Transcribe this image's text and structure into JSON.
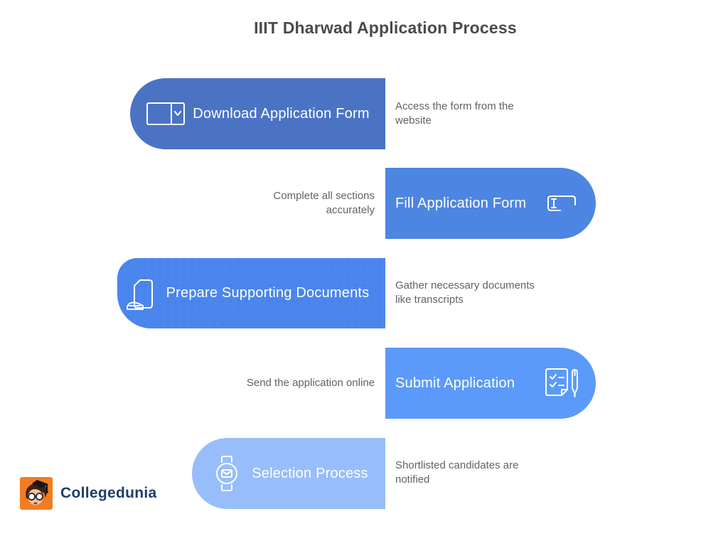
{
  "title": "IIIT Dharwad Application Process",
  "steps": [
    {
      "label": "Download Application Form",
      "description": "Access the form from the website",
      "icon": "dropdown-select-icon",
      "color": "#4a73c4",
      "side": "left"
    },
    {
      "label": "Fill Application Form",
      "description": "Complete all sections accurately",
      "icon": "text-input-icon",
      "color": "#4d85e2",
      "side": "right"
    },
    {
      "label": "Prepare Supporting Documents",
      "description": "Gather necessary documents like transcripts",
      "icon": "documents-icon",
      "color": "#4b86ee",
      "side": "left"
    },
    {
      "label": "Submit Application",
      "description": "Send the application online",
      "icon": "checklist-pen-icon",
      "color": "#5b9afa",
      "side": "right"
    },
    {
      "label": "Selection Process",
      "description": "Shortlisted candidates are notified",
      "icon": "watch-notification-icon",
      "color": "#98bdfb",
      "side": "left"
    }
  ],
  "footer": {
    "brand": "Collegedunia",
    "logo_icon": "collegedunia-mascot-icon",
    "brand_color": "#1d3d6d",
    "accent_color": "#f47c20"
  }
}
